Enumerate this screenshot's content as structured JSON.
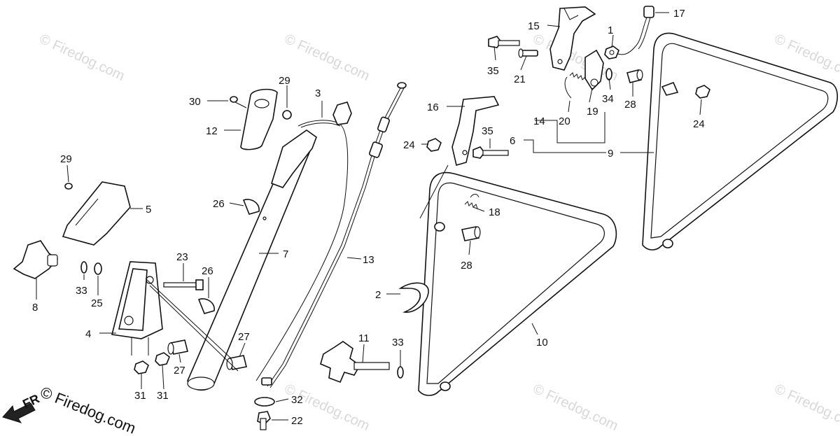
{
  "watermark": "© Firedog.com",
  "front_label": "FR",
  "brand": "© Firedog.com",
  "callouts": {
    "c1": "1",
    "c2": "2",
    "c3": "3",
    "c4": "4",
    "c5": "5",
    "c6": "6",
    "c7": "7",
    "c8": "8",
    "c9": "9",
    "c10": "10",
    "c11": "11",
    "c12": "12",
    "c13": "13",
    "c14": "14",
    "c15": "15",
    "c16": "16",
    "c17": "17",
    "c18": "18",
    "c19": "19",
    "c20": "20",
    "c21": "21",
    "c22": "22",
    "c23": "23",
    "c24": "24",
    "c25": "25",
    "c26": "26",
    "c27": "27",
    "c28": "28",
    "c29": "29",
    "c30": "30",
    "c31": "31",
    "c32": "32",
    "c33": "33",
    "c34": "34",
    "c35": "35"
  }
}
